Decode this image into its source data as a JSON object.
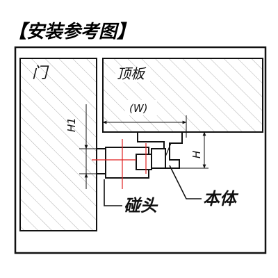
{
  "title": "【安装参考图】",
  "labels": {
    "door": "门",
    "top_panel": "顶板",
    "width_dim": "(W)",
    "h1_dim": "H1",
    "h_dim": "H",
    "bumper": "碰头",
    "body": "本体"
  },
  "colors": {
    "ink": "#111111",
    "hatch": "#8a8a8a",
    "centerline": "#e02020"
  }
}
